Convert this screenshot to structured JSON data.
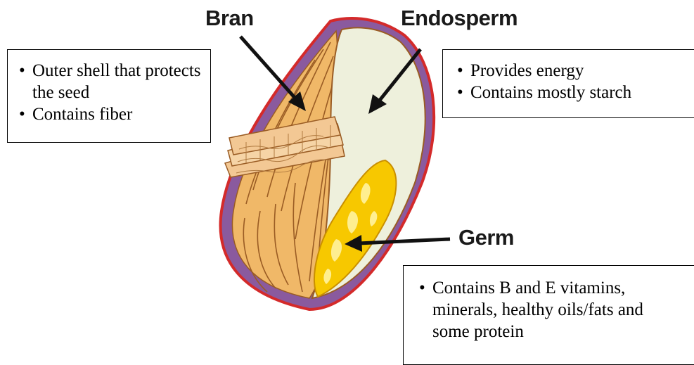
{
  "labels": {
    "bran": "Bran",
    "endosperm": "Endosperm",
    "germ": "Germ"
  },
  "boxes": {
    "bran": [
      "Outer shell that protects the seed",
      "Contains fiber"
    ],
    "endosperm": [
      "Provides energy",
      "Contains mostly starch"
    ],
    "germ": [
      "Contains B and E vitamins, minerals, healthy oils/fats and some protein"
    ]
  },
  "colors": {
    "seed_outline": "#d42a2a",
    "seed_coat": "#8a5a9e",
    "bran": "#f0b868",
    "bran_stripes": "#9a5c24",
    "endosperm": "#eef0dc",
    "germ": "#f7c800",
    "germ_highlight": "#fff3a0",
    "arrow": "#111111"
  }
}
